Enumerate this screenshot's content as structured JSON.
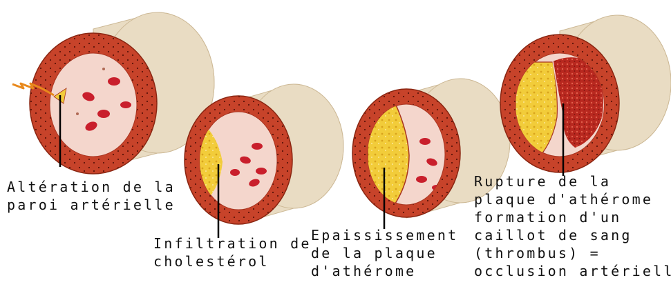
{
  "colors": {
    "outer_sheath": "#e9dcc3",
    "muscle_wall": "#c7432a",
    "lumen": "#f4d6cc",
    "red_cell": "#c91f2c",
    "plaque": "#f2cc3a",
    "thrombus": "#b8281f",
    "leader_line": "#000000",
    "arrow": "#e8891c"
  },
  "stages": [
    {
      "name": "alteration",
      "lines": [
        "Altération de la",
        "paroi artérielle"
      ]
    },
    {
      "name": "infiltration",
      "lines": [
        "Infiltration de",
        "cholestérol"
      ]
    },
    {
      "name": "epaississement",
      "lines": [
        "Epaississement",
        "de la plaque",
        "d'athérome"
      ]
    },
    {
      "name": "rupture",
      "lines": [
        "Rupture de la",
        "plaque d'athérome",
        "formation d'un",
        "caillot de sang",
        "(thrombus) =",
        "occlusion artérielle"
      ]
    }
  ]
}
